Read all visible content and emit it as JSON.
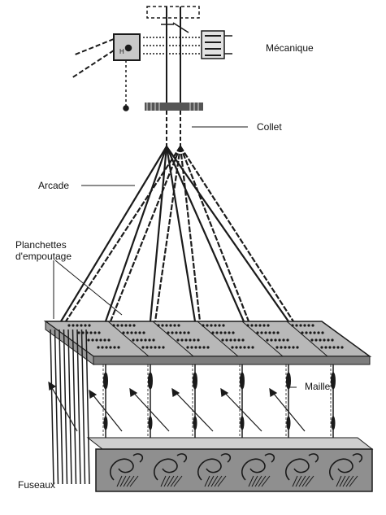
{
  "labels": {
    "mecanique": "Mécanique",
    "collet": "Collet",
    "arcade": "Arcade",
    "planchettes": "Planchettes\nd'empoutage",
    "maille": "Maille",
    "fuseaux": "Fuseaux"
  },
  "colors": {
    "ink": "#1a1a1a",
    "board_fill": "#b8b8b8",
    "board_dark": "#7d7d7d",
    "fabric_fill": "#8f8f8f",
    "background": "#ffffff"
  },
  "icons": {
    "mecanique": "jacquard-mechanism-icon",
    "collet": "collet-board-icon",
    "planchettes": "comber-board-icon",
    "fuseaux": "lingoes-icon",
    "fabric": "patterned-fabric-icon"
  }
}
